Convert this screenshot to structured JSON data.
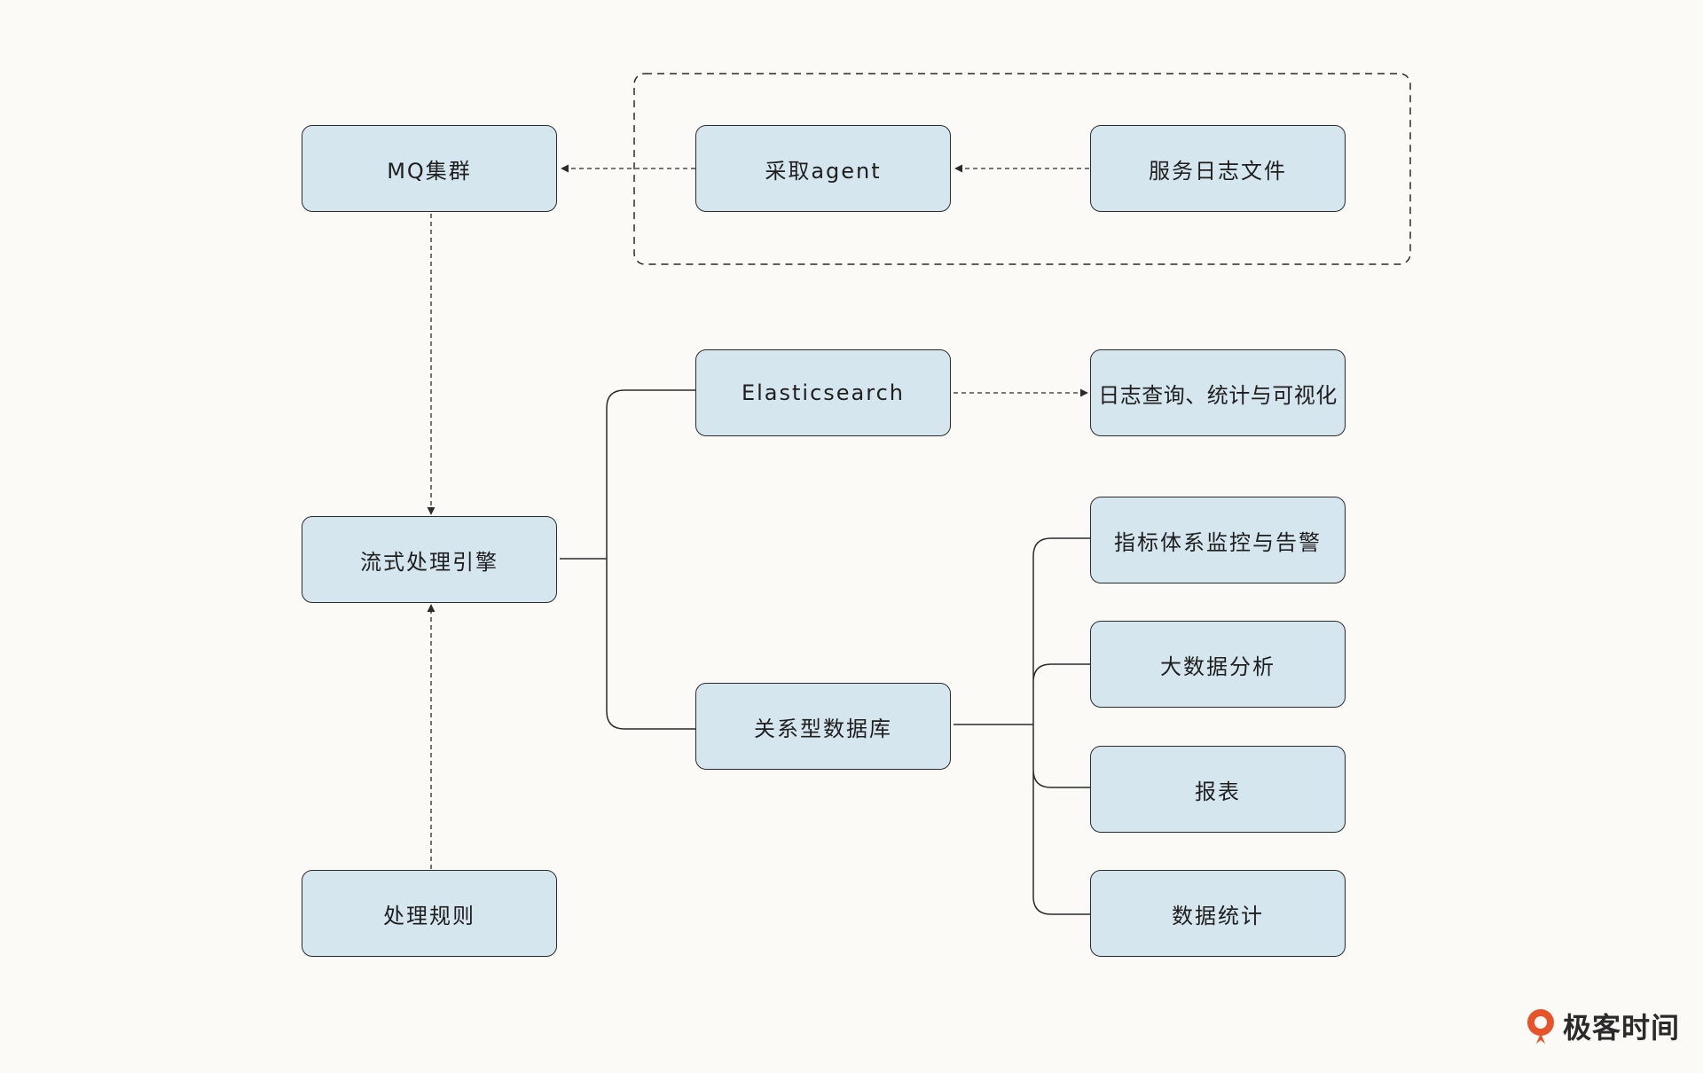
{
  "nodes": {
    "mq": "MQ集群",
    "agent": "采取agent",
    "logfile": "服务日志文件",
    "es": "Elasticsearch",
    "log_query": "日志查询、统计与可视化",
    "stream": "流式处理引擎",
    "rdb": "关系型数据库",
    "metrics": "指标体系监控与告警",
    "bigdata": "大数据分析",
    "report": "报表",
    "stats": "数据统计",
    "rules": "处理规则"
  },
  "brand": {
    "logo_text": "极客时间",
    "icon": "geektime-logo-icon",
    "color": "#e8542a"
  }
}
